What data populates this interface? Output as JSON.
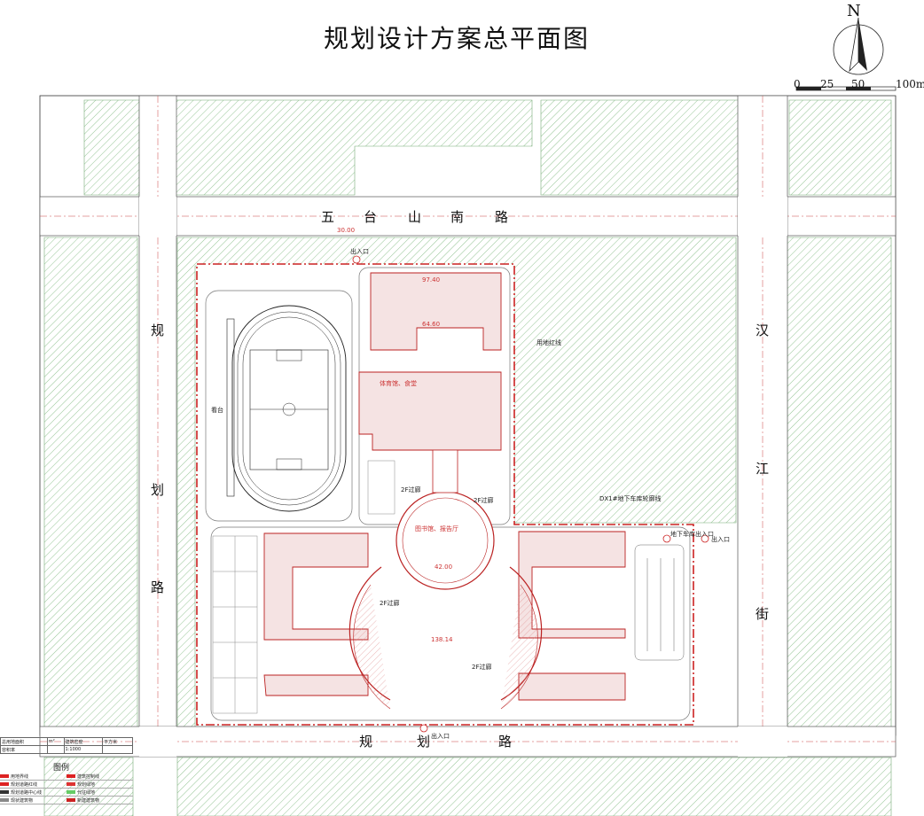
{
  "title": "规划设计方案总平面图",
  "north_label": "N",
  "scale_bar": {
    "labels": [
      "0",
      "25",
      "50",
      "100m"
    ]
  },
  "roads": {
    "north": [
      "五",
      "台",
      "山",
      "南",
      "路"
    ],
    "south": [
      "规",
      "划",
      "路"
    ],
    "west": [
      "规",
      "划",
      "路"
    ],
    "east": [
      "汉",
      "江",
      "街"
    ]
  },
  "annotations": {
    "entrance_top": "出入口",
    "entrance_bottom": "出入口",
    "entrance_right": "出入口",
    "garage_entrance": "地下车库出入口",
    "land_boundary": "用地红线",
    "garage_outline": "DX1#地下车库轮廓线",
    "corridor1": "2F过廊",
    "corridor2": "2F过廊",
    "corridor3": "2F过廊",
    "corridor4": "2F过廊",
    "stand": "看台",
    "gym": "体育馆、食堂",
    "library": "图书馆、报告厅",
    "dim_top": "30.00",
    "dim_width": "97.40",
    "dim_center": "64.60",
    "dim_bottom_center": "138.14",
    "dim_ring": "42.00"
  },
  "legend": {
    "title": "图例",
    "header": [
      "总用地面积",
      "m²",
      "建筑密度",
      "平方米"
    ],
    "sub": [
      "容积率",
      "",
      "1:1000",
      ""
    ],
    "items": [
      {
        "label": "用地界线",
        "color": "#d22"
      },
      {
        "label": "建筑控制线",
        "color": "#d22"
      },
      {
        "label": "规划道路红线",
        "color": "#d22"
      },
      {
        "label": "规划绿地",
        "color": "#d33"
      },
      {
        "label": "规划道路中心线",
        "color": "#333"
      },
      {
        "label": "代征绿地",
        "color": "#6c6"
      },
      {
        "label": "现状建筑物",
        "color": "#888"
      },
      {
        "label": "新建建筑物",
        "color": "#c22"
      }
    ]
  }
}
